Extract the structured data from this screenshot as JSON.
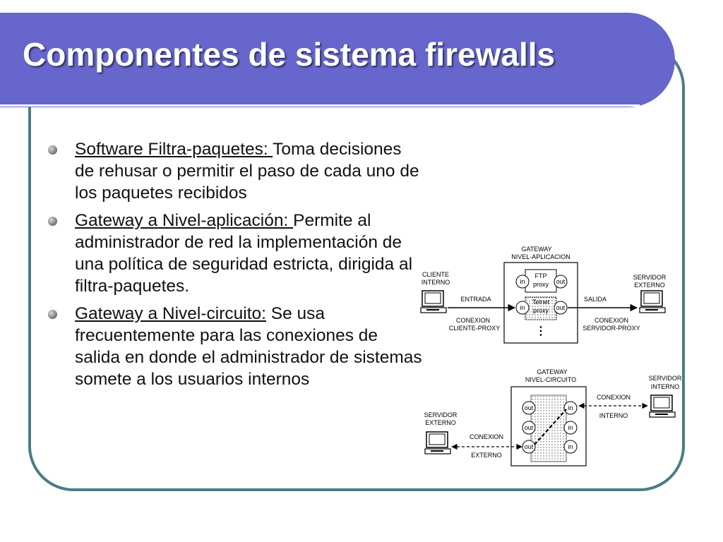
{
  "slide": {
    "title": "Componentes de sistema firewalls",
    "colors": {
      "title_bar": "#6666cc",
      "frame_border": "#4a7d86",
      "title_text": "#ffffff"
    }
  },
  "bullets": [
    {
      "term": "Software Filtra-paquetes: ",
      "text": "Toma decisiones  de rehusar o permitir el paso de cada uno de los paquetes recibidos"
    },
    {
      "term": "Gateway a Nivel-aplicación: ",
      "text": "Permite al administrador de red la implementación de una política de seguridad estricta, dirigida al filtra-paquetes."
    },
    {
      "term": "Gateway a Nivel-circuito:",
      "text": " Se usa frecuentemente para las conexiones de salida en donde el administrador de sistemas somete a los usuarios internos"
    }
  ],
  "diagram_app": {
    "gateway_label": [
      "GATEWAY",
      "NIVEL-APLICACION"
    ],
    "client_label": [
      "CLIENTE",
      "INTERNO"
    ],
    "server_label": [
      "SERVIDOR",
      "EXTERNO"
    ],
    "entrada_label": "ENTRADA",
    "salida_label": "SALIDA",
    "conn_client_label": [
      "CONEXION",
      "CLIENTE-PROXY"
    ],
    "conn_server_label": [
      "CONEXION",
      "SERVIDOR-PROXY"
    ],
    "ftp_proxy": [
      "FTP",
      "proxy"
    ],
    "telnet_proxy": [
      "Telnet",
      "proxy"
    ],
    "port_in": "in",
    "port_out": "out",
    "ellipsis": "⋮"
  },
  "diagram_circuit": {
    "gateway_label": [
      "GATEWAY",
      "NIVEL-CIRCUITO"
    ],
    "server_internal_label": [
      "SERVIDOR",
      "INTERNO"
    ],
    "server_external_label": [
      "SERVIDOR",
      "EXTERNO"
    ],
    "conn_internal_label": [
      "CONEXION",
      "INTERNO"
    ],
    "conn_external_label": [
      "CONEXION",
      "EXTERNO"
    ],
    "port_in": "in",
    "port_out": "out"
  }
}
